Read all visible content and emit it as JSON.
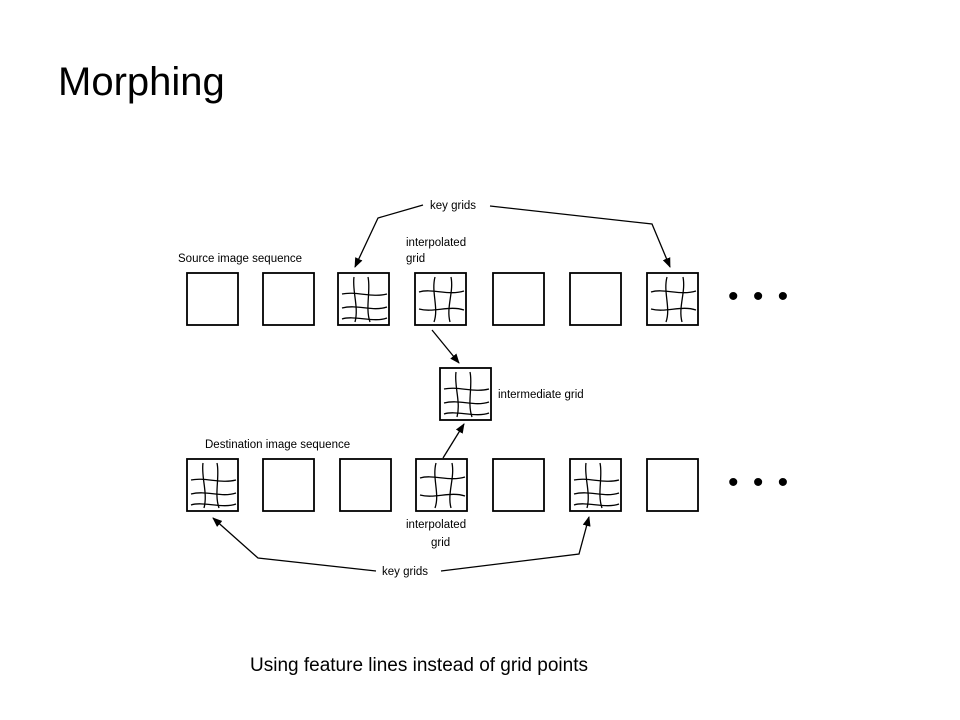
{
  "title": "Morphing",
  "caption": "Using feature lines instead of grid points",
  "diagram": {
    "key_grids_top": "key grids",
    "key_grids_bottom": "key grids",
    "source_label": "Source image sequence",
    "destination_label": "Destination image sequence",
    "interpolated_top_line1": "interpolated",
    "interpolated_top_line2": "grid",
    "interpolated_bottom_line1": "interpolated",
    "interpolated_bottom_line2": "grid",
    "intermediate_label": "intermediate grid",
    "ellipsis_top": "• • •",
    "ellipsis_bottom": "• • •"
  },
  "source_frames": [
    "empty",
    "empty",
    "key grid",
    "interpolated grid",
    "empty",
    "empty",
    "key grid"
  ],
  "destination_frames": [
    "key grid",
    "empty",
    "empty",
    "interpolated grid",
    "empty",
    "key grid",
    "empty"
  ]
}
